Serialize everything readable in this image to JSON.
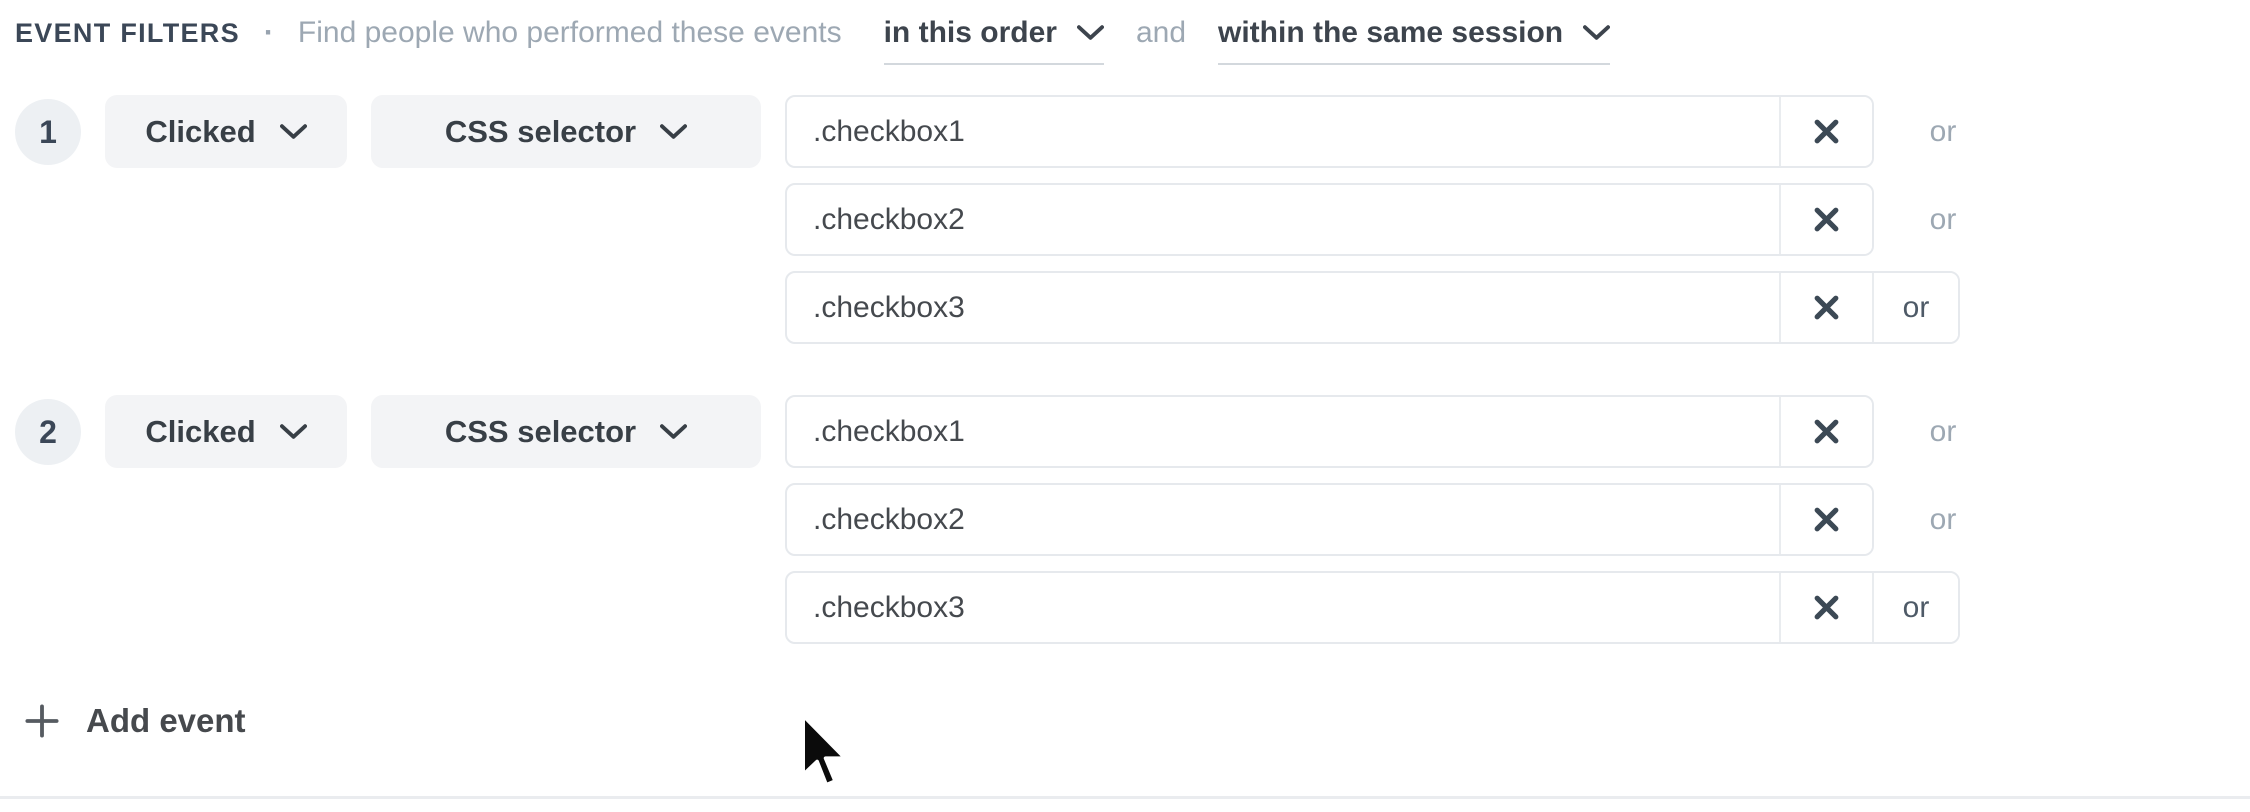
{
  "header": {
    "title": "EVENT FILTERS",
    "separator": "·",
    "description": "Find people who performed these events",
    "order_dropdown": {
      "value": "in this order"
    },
    "conjunction": "and",
    "session_dropdown": {
      "value": "within the same session"
    }
  },
  "or_label": "or",
  "events": [
    {
      "index": "1",
      "action": "Clicked",
      "type": "CSS selector",
      "selectors": [
        {
          "value": ".checkbox1"
        },
        {
          "value": ".checkbox2"
        },
        {
          "value": ".checkbox3"
        }
      ]
    },
    {
      "index": "2",
      "action": "Clicked",
      "type": "CSS selector",
      "selectors": [
        {
          "value": ".checkbox1"
        },
        {
          "value": ".checkbox2"
        },
        {
          "value": ".checkbox3"
        }
      ]
    }
  ],
  "add_event": {
    "label": "Add event"
  },
  "icons": {
    "chevron": "chevron-down",
    "clear": "close-x",
    "plus": "plus",
    "pointer": "arrow-cursor"
  },
  "colors": {
    "title": "#3b4757",
    "muted_text": "#9da8b3",
    "dark_text": "#3d444d",
    "pill_bg": "#f3f4f6",
    "badge_bg": "#edf0f3",
    "border": "#e6e9ed",
    "underline": "#d3d8dd",
    "divider": "#eaecef",
    "x_icon": "#3c4955"
  }
}
